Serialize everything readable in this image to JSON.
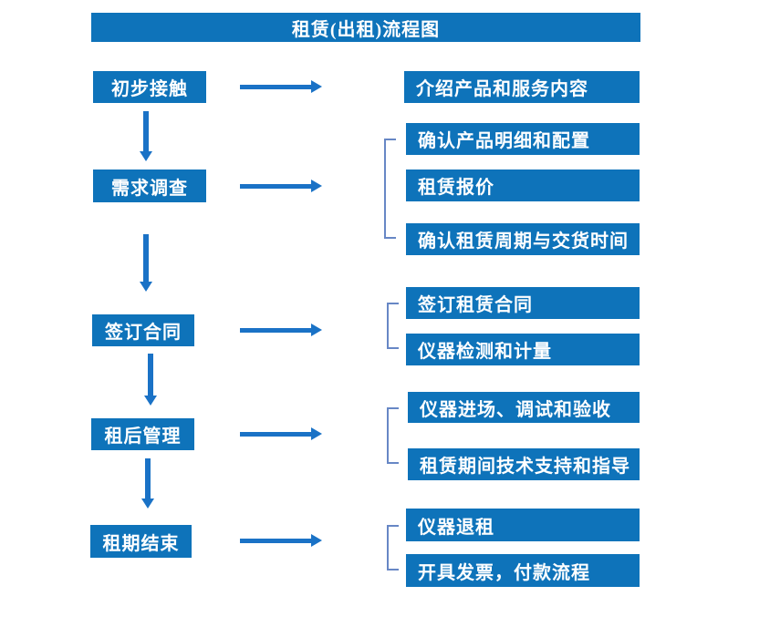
{
  "title": "租赁(出租)流程图",
  "colors": {
    "box_blue": "#0e73ba",
    "arrow_blue": "#1a72c6",
    "bracket_blue": "#6787c5",
    "text_white": "#ffffff"
  },
  "stages": [
    {
      "label": "初步接触",
      "details": [
        "介绍产品和服务内容"
      ]
    },
    {
      "label": "需求调查",
      "details": [
        "确认产品明细和配置",
        "租赁报价",
        "确认租赁周期与交货时间"
      ]
    },
    {
      "label": "签订合同",
      "details": [
        "签订租赁合同",
        "仪器检测和计量"
      ]
    },
    {
      "label": "租后管理",
      "details": [
        "仪器进场、调试和验收",
        "租赁期间技术支持和指导"
      ]
    },
    {
      "label": "租期结束",
      "details": [
        "仪器退租",
        "开具发票，付款流程"
      ]
    }
  ]
}
